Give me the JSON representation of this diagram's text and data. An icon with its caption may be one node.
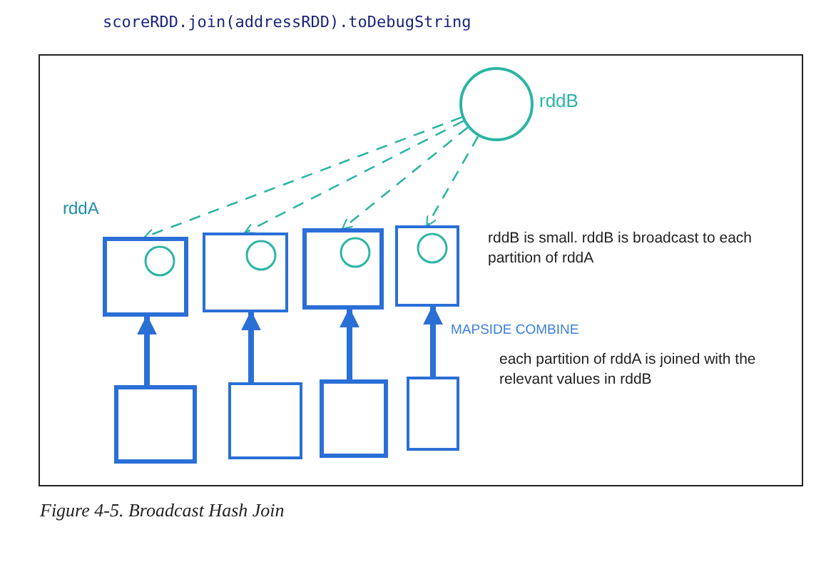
{
  "diagram": {
    "caption": "Figure 4-5. Broadcast Hash Join",
    "nodes": [
      {
        "text": [],
        "shape": "circle",
        "beside": [
          "rddB"
        ]
      },
      {
        "text": [],
        "shape": "box"
      },
      {
        "text": [],
        "shape": "box"
      },
      {
        "text": [],
        "shape": "box"
      },
      {
        "text": [],
        "shape": "box"
      },
      {
        "text": [],
        "shape": "box"
      },
      {
        "text": [],
        "shape": "box"
      },
      {
        "text": [],
        "shape": "box"
      },
      {
        "text": [],
        "shape": "box"
      }
    ],
    "edges": [
      {
        "from": 0,
        "to": 1,
        "arrow": "to",
        "style": "dashed",
        "color": "#2bb5a5"
      },
      {
        "from": 0,
        "to": 2,
        "arrow": "to",
        "style": "dashed",
        "color": "#2bb5a5"
      },
      {
        "from": 0,
        "to": 3,
        "arrow": "to",
        "style": "dashed",
        "color": "#2bb5a5"
      },
      {
        "from": 0,
        "to": 4,
        "arrow": "to",
        "style": "dashed",
        "color": "#2bb5a5"
      },
      {
        "from": 5,
        "to": 1,
        "arrow": "to",
        "style": "thick"
      },
      {
        "from": 6,
        "to": 2,
        "arrow": "to",
        "style": "thick"
      },
      {
        "from": 7,
        "to": 3,
        "arrow": "to",
        "style": "thick"
      },
      {
        "from": 8,
        "to": 4,
        "arrow": "to",
        "style": "thick"
      }
    ],
    "labels": [
      "scoreRDD.join(addressRDD).toDebugString",
      "rddA",
      "rddB is small. rddB is broadcast to each partition of rddA",
      "MAPSIDE COMBINE",
      "each partition of rddA is joined with the relevant values in rddB"
    ]
  }
}
